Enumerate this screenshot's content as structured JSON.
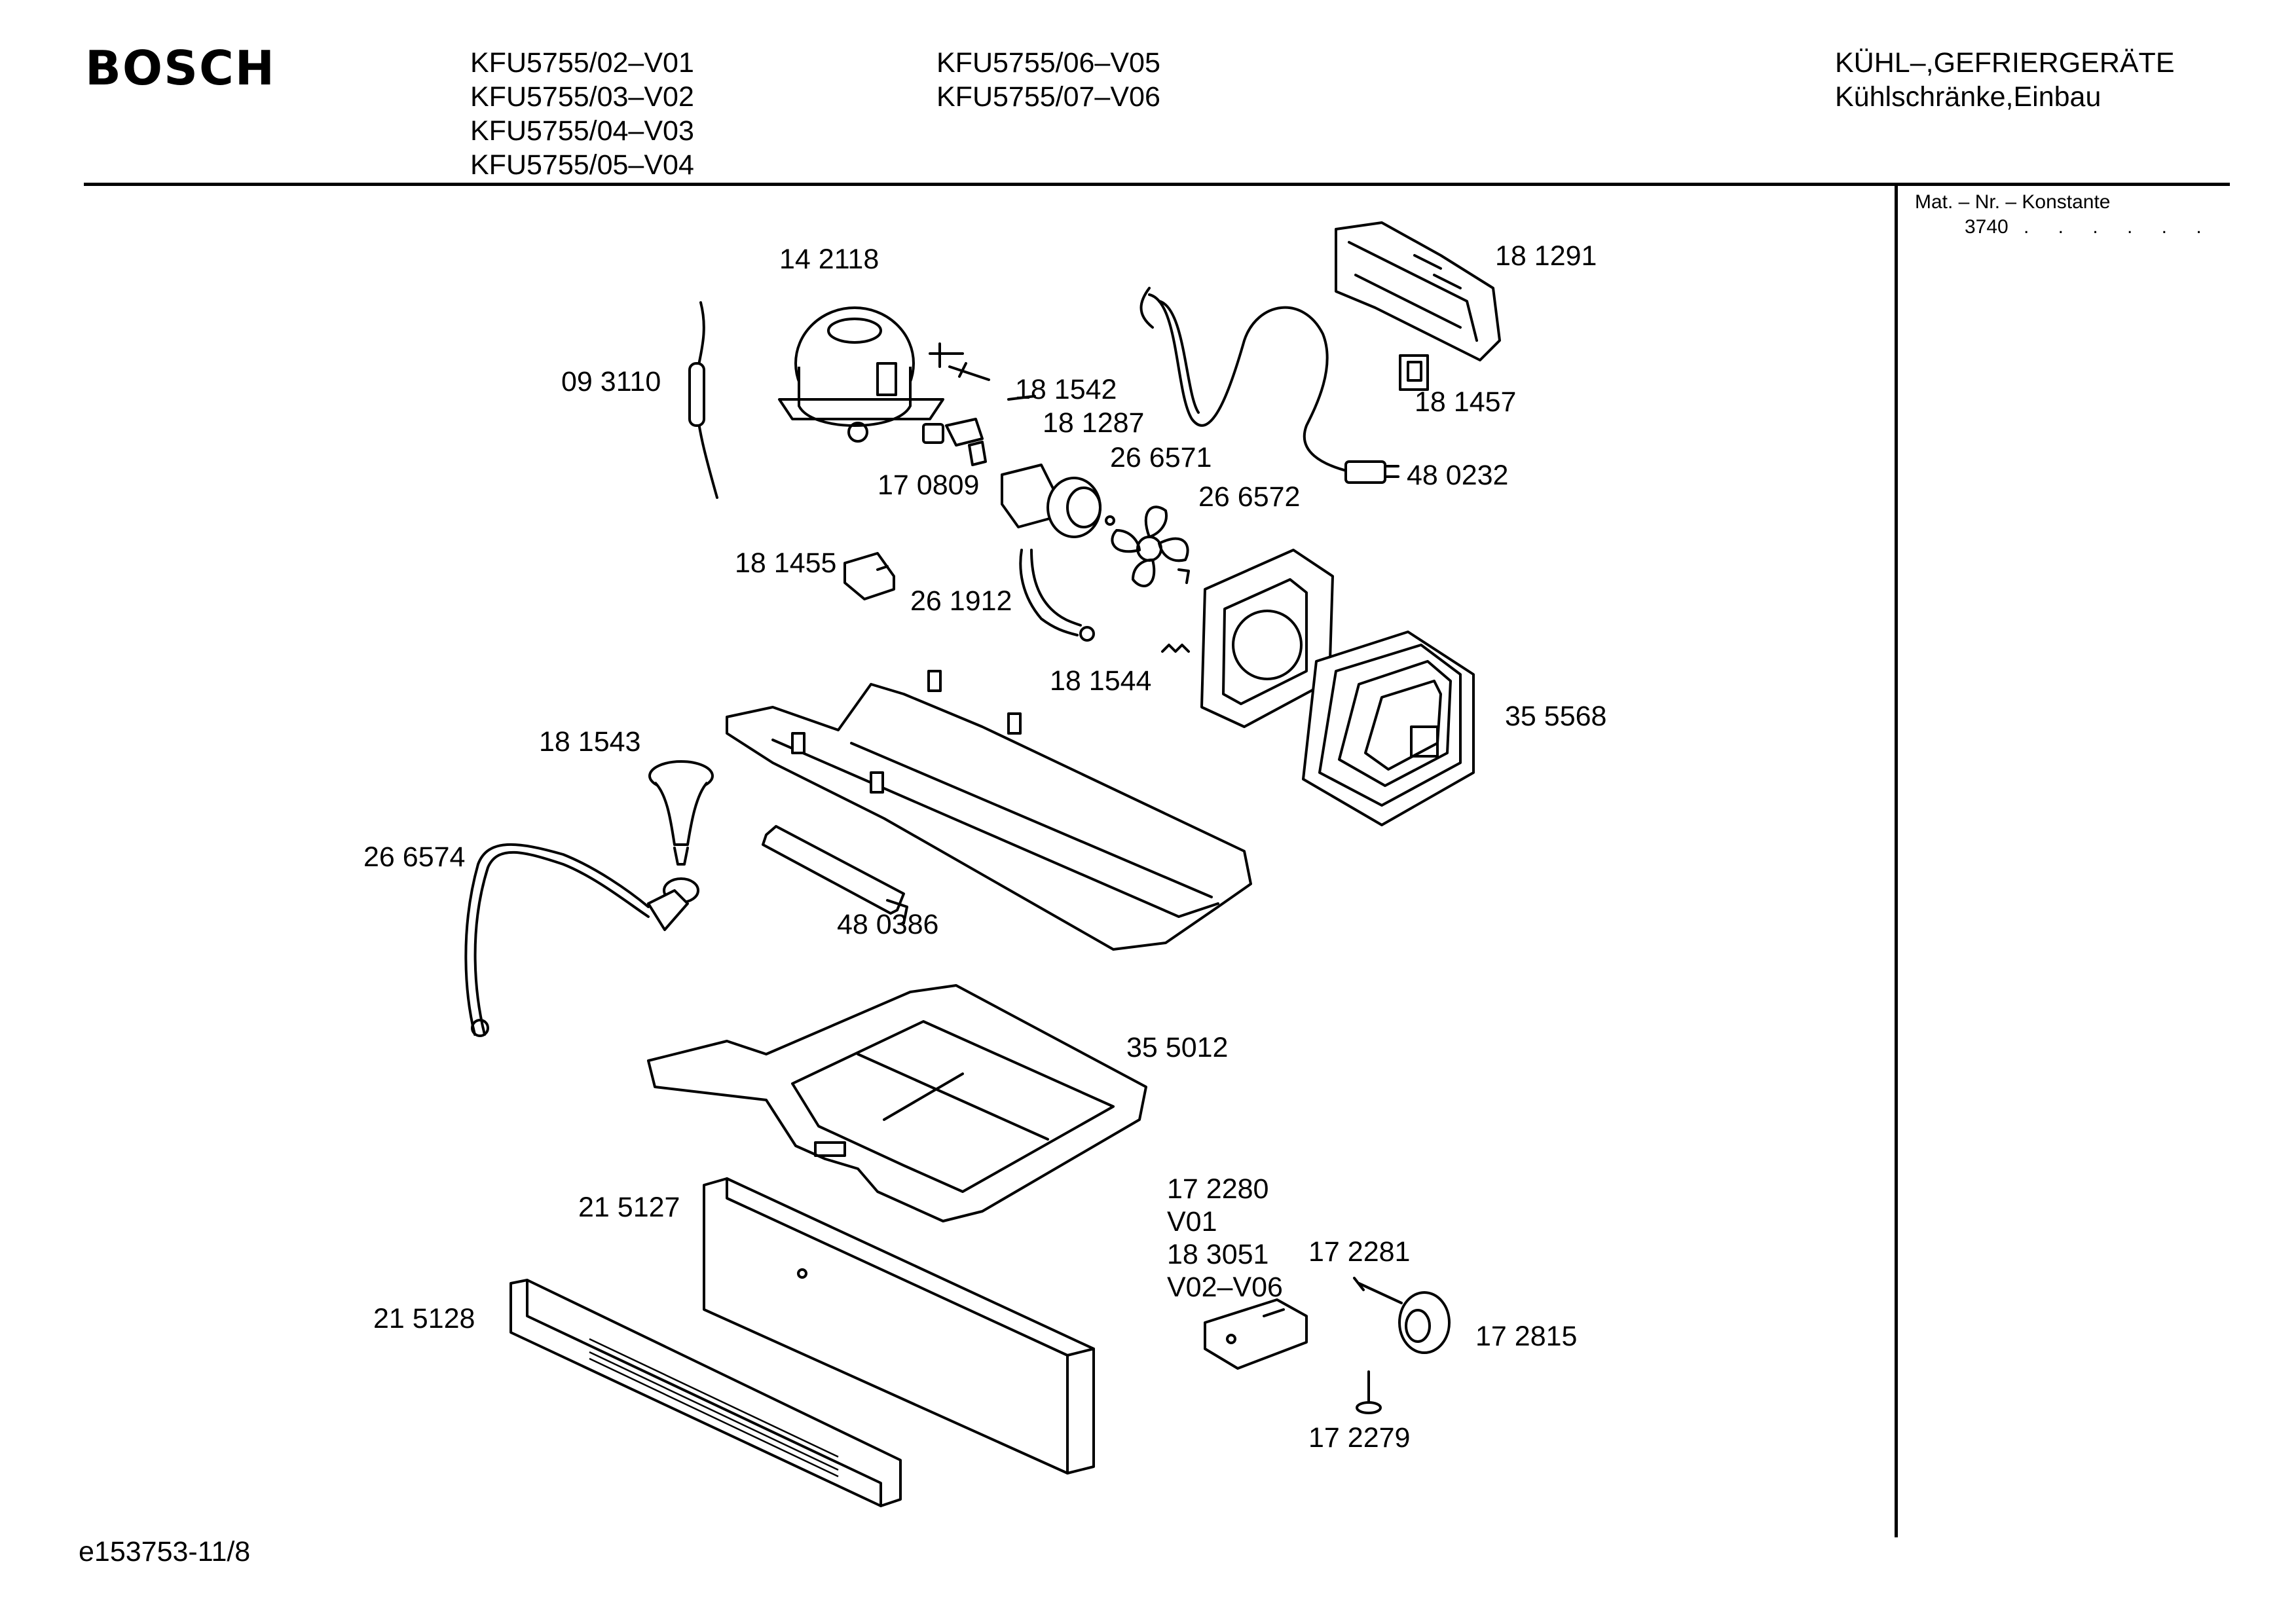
{
  "header": {
    "brand": "BOSCH",
    "models_col1": [
      "KFU5755/02–V01",
      "KFU5755/03–V02",
      "KFU5755/04–V03",
      "KFU5755/05–V04"
    ],
    "models_col2": [
      "KFU5755/06–V05",
      "KFU5755/07–V06"
    ],
    "category": [
      "KÜHL–,GEFRIERGERÄTE",
      "Kühlschränke,Einbau"
    ]
  },
  "side_panel": {
    "label": "Mat. – Nr. – Konstante",
    "value": "3740",
    "dots": ". . . . . ."
  },
  "parts": {
    "p142118": "14 2118",
    "p093110": "09 3110",
    "p181542": "18 1542",
    "p181287": "18 1287",
    "p170809": "17 0809",
    "p266571": "26 6571",
    "p266572": "26 6572",
    "p181291": "18 1291",
    "p181457": "18 1457",
    "p480232": "48 0232",
    "p181455": "18 1455",
    "p261912": "26 1912",
    "p181544": "18 1544",
    "p355568": "35 5568",
    "p181543": "18 1543",
    "p266574": "26 6574",
    "p480386": "48 0386",
    "p355012": "35 5012",
    "p215127": "21 5127",
    "p215128": "21 5128",
    "p172280": "17 2280",
    "v01": "V01",
    "p183051": "18 3051",
    "v02v06": "V02–V06",
    "p172281": "17 2281",
    "p172815": "17 2815",
    "p172279": "17 2279"
  },
  "footer": {
    "code": "e153753-11/8"
  }
}
